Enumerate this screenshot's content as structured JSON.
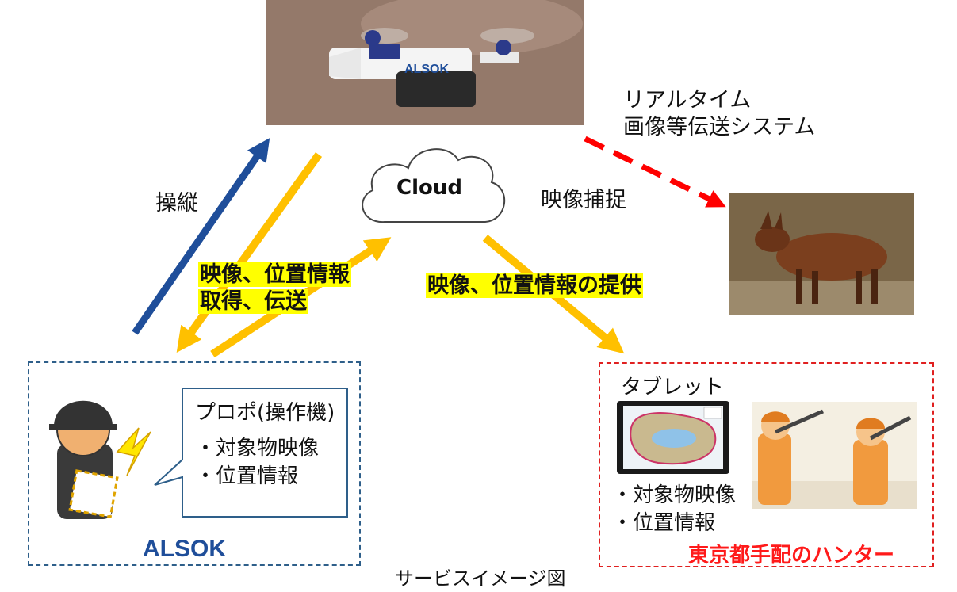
{
  "cloud": {
    "label": "Cloud"
  },
  "labels": {
    "realtime_line1": "リアルタイム",
    "realtime_line2": "画像等伝送システム",
    "capture": "映像捕捉",
    "control": "操縦",
    "acquire_line1": "映像、位置情報",
    "acquire_line2": "取得、伝送",
    "provide": "映像、位置情報の提供"
  },
  "left_box": {
    "callout_title": "プロポ(操作機)",
    "items": [
      "・対象物映像",
      "・位置情報"
    ],
    "org": "ALSOK"
  },
  "right_box": {
    "tablet_label": "タブレット",
    "items": [
      "・対象物映像",
      "・位置情報"
    ],
    "org": "東京都手配のハンター"
  },
  "drone": {
    "brand": "ALSOK"
  },
  "caption": "サービスイメージ図",
  "colors": {
    "yellow_arrow": "#ffc000",
    "blue_arrow": "#1f4e9a",
    "red_dashed": "#ff0000",
    "alsok_text": "#1f4e9a",
    "hunter_text": "#ff1a1a"
  }
}
